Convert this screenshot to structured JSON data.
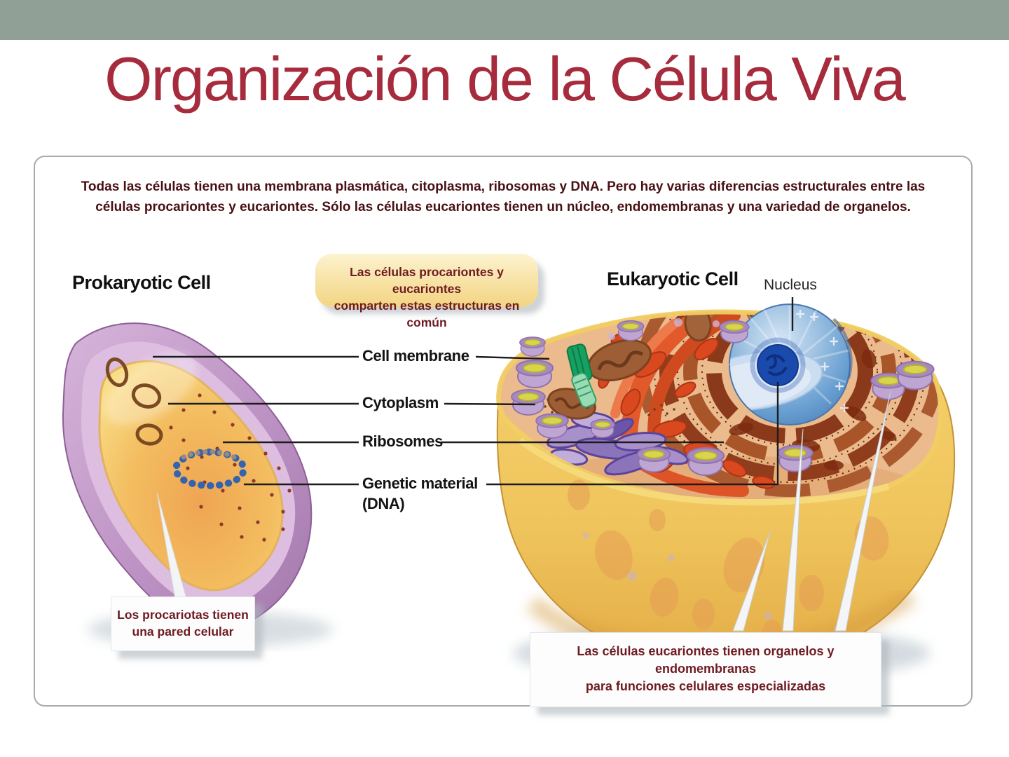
{
  "slide": {
    "title": "Organización de la Célula Viva"
  },
  "colors": {
    "header_band": "#90A096",
    "title_red": "#A62B3C",
    "intro_maroon": "#481013",
    "callout_text_red": "#6E1A21",
    "figure_border_gray": "#A6ABAE",
    "prokaryote_wall_purple": "#BD92C4",
    "prokaryote_interior_yellow": "#F3BC5F",
    "eukaryote_body_yellow": "#F0C75F",
    "cut_surface_peach": "#EBBA8D",
    "er_orange": "#DD5227",
    "rough_er_brown": "#A8552A",
    "nucleus_blue": "#699FD1",
    "nucleolus_blue": "#1B4AAD",
    "golgi_purple": "#A890CB",
    "lysosome_yellow": "#D8D44C"
  },
  "figure": {
    "intro_line1": "Todas las células tienen una membrana plasmática, citoplasma, ribosomas y DNA. Pero hay varias diferencias estructurales entre las",
    "intro_line2": "células procariontes y eucariontes. Sólo las células eucariontes tienen un núcleo, endomembranas  y una variedad de organelos.",
    "prokaryote_heading": "Prokaryotic Cell",
    "eukaryote_heading": "Eukaryotic Cell",
    "shared_callout_line1": "Las células procariontes y eucariontes",
    "shared_callout_line2": "comparten estas estructuras en común",
    "nucleus_label": "Nucleus",
    "shared_labels": {
      "cell_membrane": "Cell membrane",
      "cytoplasm": "Cytoplasm",
      "ribosomes": "Ribosomes",
      "genetic_material": "Genetic material",
      "dna": "(DNA)"
    },
    "prokaryote_note_line1": "Los procariotas tienen",
    "prokaryote_note_line2": "una pared celular",
    "eukaryote_note_line1": "Las células eucariontes tienen organelos y endomembranas",
    "eukaryote_note_line2": "para funciones celulares especializadas"
  }
}
